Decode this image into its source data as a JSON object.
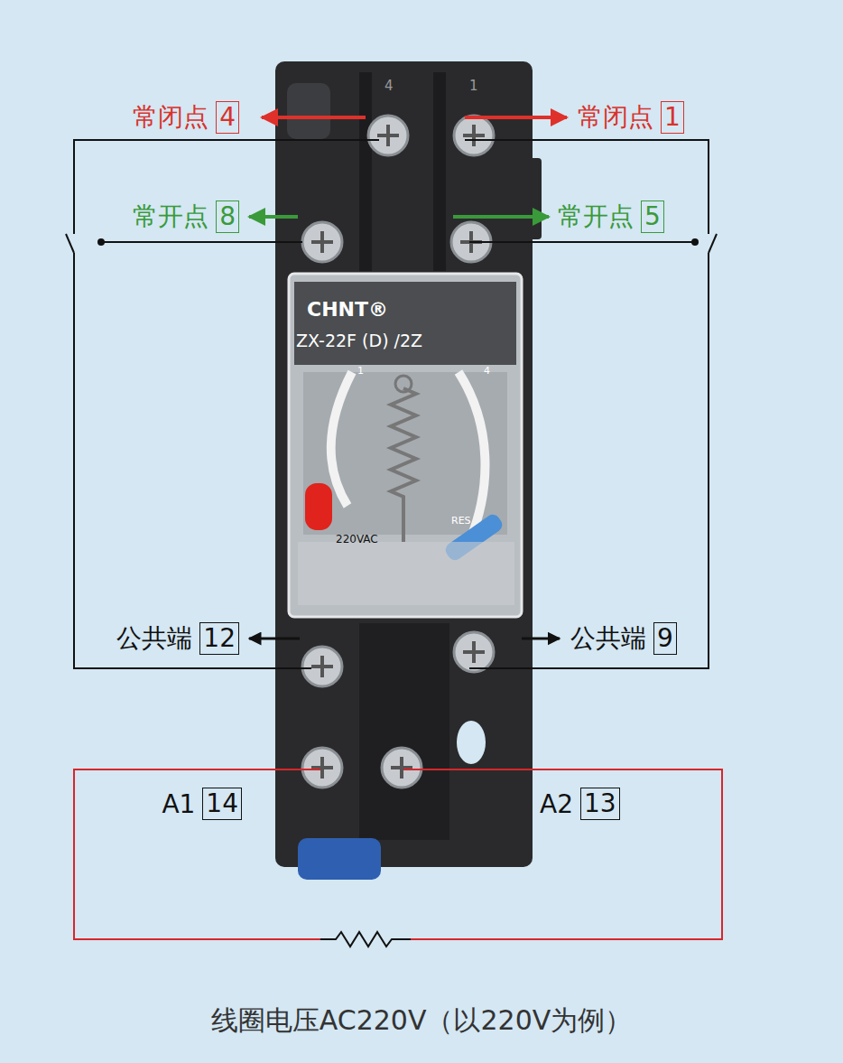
{
  "diagram": {
    "caption": "线圈电压AC220V（以220V为例）",
    "nodes": [
      {
        "text": [
          "常闭点",
          "4"
        ]
      },
      {
        "text": [
          "常闭点",
          "1"
        ]
      },
      {
        "text": [
          "常开点",
          "8"
        ]
      },
      {
        "text": [
          "常开点",
          "5"
        ]
      },
      {
        "text": [
          "公共端",
          "12"
        ]
      },
      {
        "text": [
          "公共端",
          "9"
        ]
      },
      {
        "text": [
          "A1",
          "14"
        ]
      },
      {
        "text": [
          "A2",
          "13"
        ]
      }
    ],
    "labels": [
      "4",
      "1",
      "CHNT®",
      "ZX-22F (D) /2Z",
      "1",
      "4",
      "220VAC",
      "RES"
    ]
  }
}
